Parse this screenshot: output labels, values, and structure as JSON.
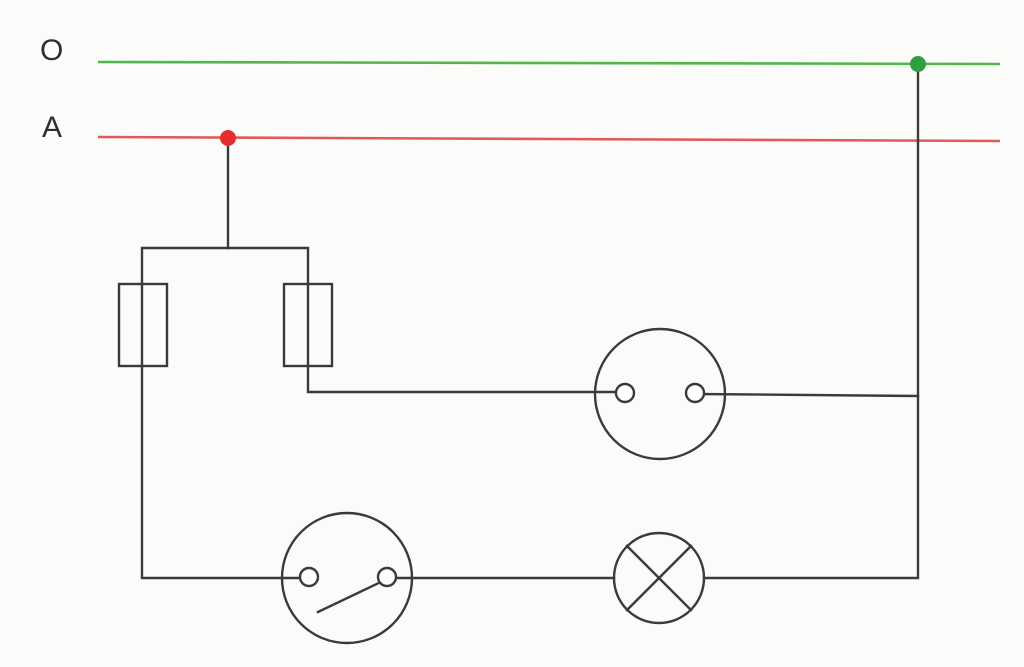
{
  "labels": {
    "rail_o": "O",
    "rail_a": "A"
  },
  "colors": {
    "rail_o": "#4fb84a",
    "rail_a": "#e05a5a",
    "node_o": "#2ea042",
    "node_a": "#e62e2e",
    "wire": "#3a3a3a"
  },
  "components": [
    "fuse",
    "fuse",
    "socket",
    "switch",
    "lamp"
  ]
}
